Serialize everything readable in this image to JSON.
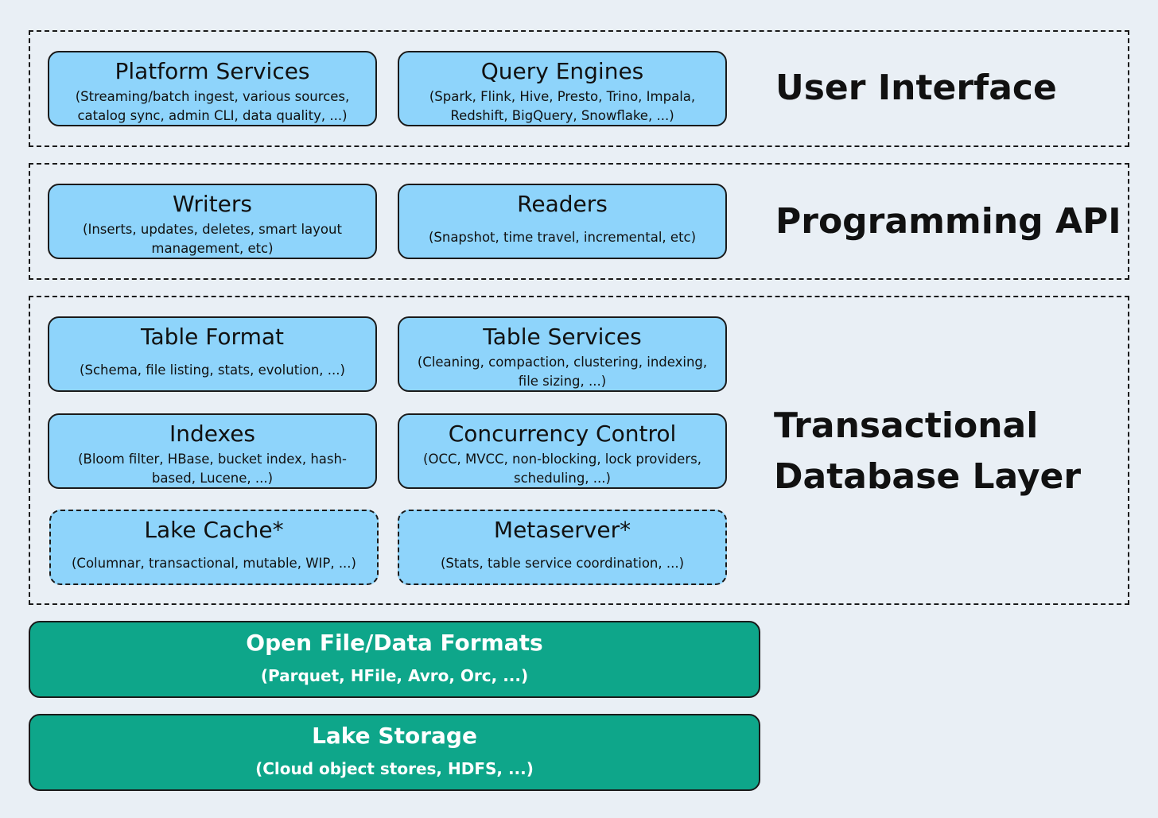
{
  "colors": {
    "background": "#e9eff5",
    "component_fill": "#8ed4fb",
    "storage_fill": "#0ea68a",
    "border": "#1a1a1a"
  },
  "layers": {
    "user_interface": {
      "label": "User Interface",
      "components": [
        {
          "title": "Platform Services",
          "desc": "(Streaming/batch ingest, various sources, catalog sync, admin CLI, data quality, ...)"
        },
        {
          "title": "Query Engines",
          "desc": "(Spark, Flink, Hive, Presto, Trino, Impala, Redshift, BigQuery, Snowflake, ...)"
        }
      ]
    },
    "programming_api": {
      "label": "Programming API",
      "components": [
        {
          "title": "Writers",
          "desc": "(Inserts, updates, deletes, smart layout management, etc)"
        },
        {
          "title": "Readers",
          "desc": "(Snapshot, time travel, incremental, etc)"
        }
      ]
    },
    "transactional_db": {
      "label_line1": "Transactional",
      "label_line2": "Database Layer",
      "components": [
        {
          "title": "Table Format",
          "desc": "(Schema, file listing, stats, evolution, ...)"
        },
        {
          "title": "Table Services",
          "desc": "(Cleaning, compaction, clustering, indexing, file sizing, ...)"
        },
        {
          "title": "Indexes",
          "desc": "(Bloom filter, HBase, bucket index, hash-based, Lucene, ...)"
        },
        {
          "title": "Concurrency Control",
          "desc": "(OCC, MVCC, non-blocking, lock providers, scheduling, ...)"
        },
        {
          "title": "Lake Cache*",
          "desc": "(Columnar, transactional, mutable, WIP, ...)"
        },
        {
          "title": "Metaserver*",
          "desc": "(Stats, table service coordination, ...)"
        }
      ]
    }
  },
  "foundation": [
    {
      "title": "Open File/Data Formats",
      "desc": "(Parquet, HFile, Avro, Orc, ...)"
    },
    {
      "title": "Lake Storage",
      "desc": "(Cloud object stores, HDFS, ...)"
    }
  ]
}
